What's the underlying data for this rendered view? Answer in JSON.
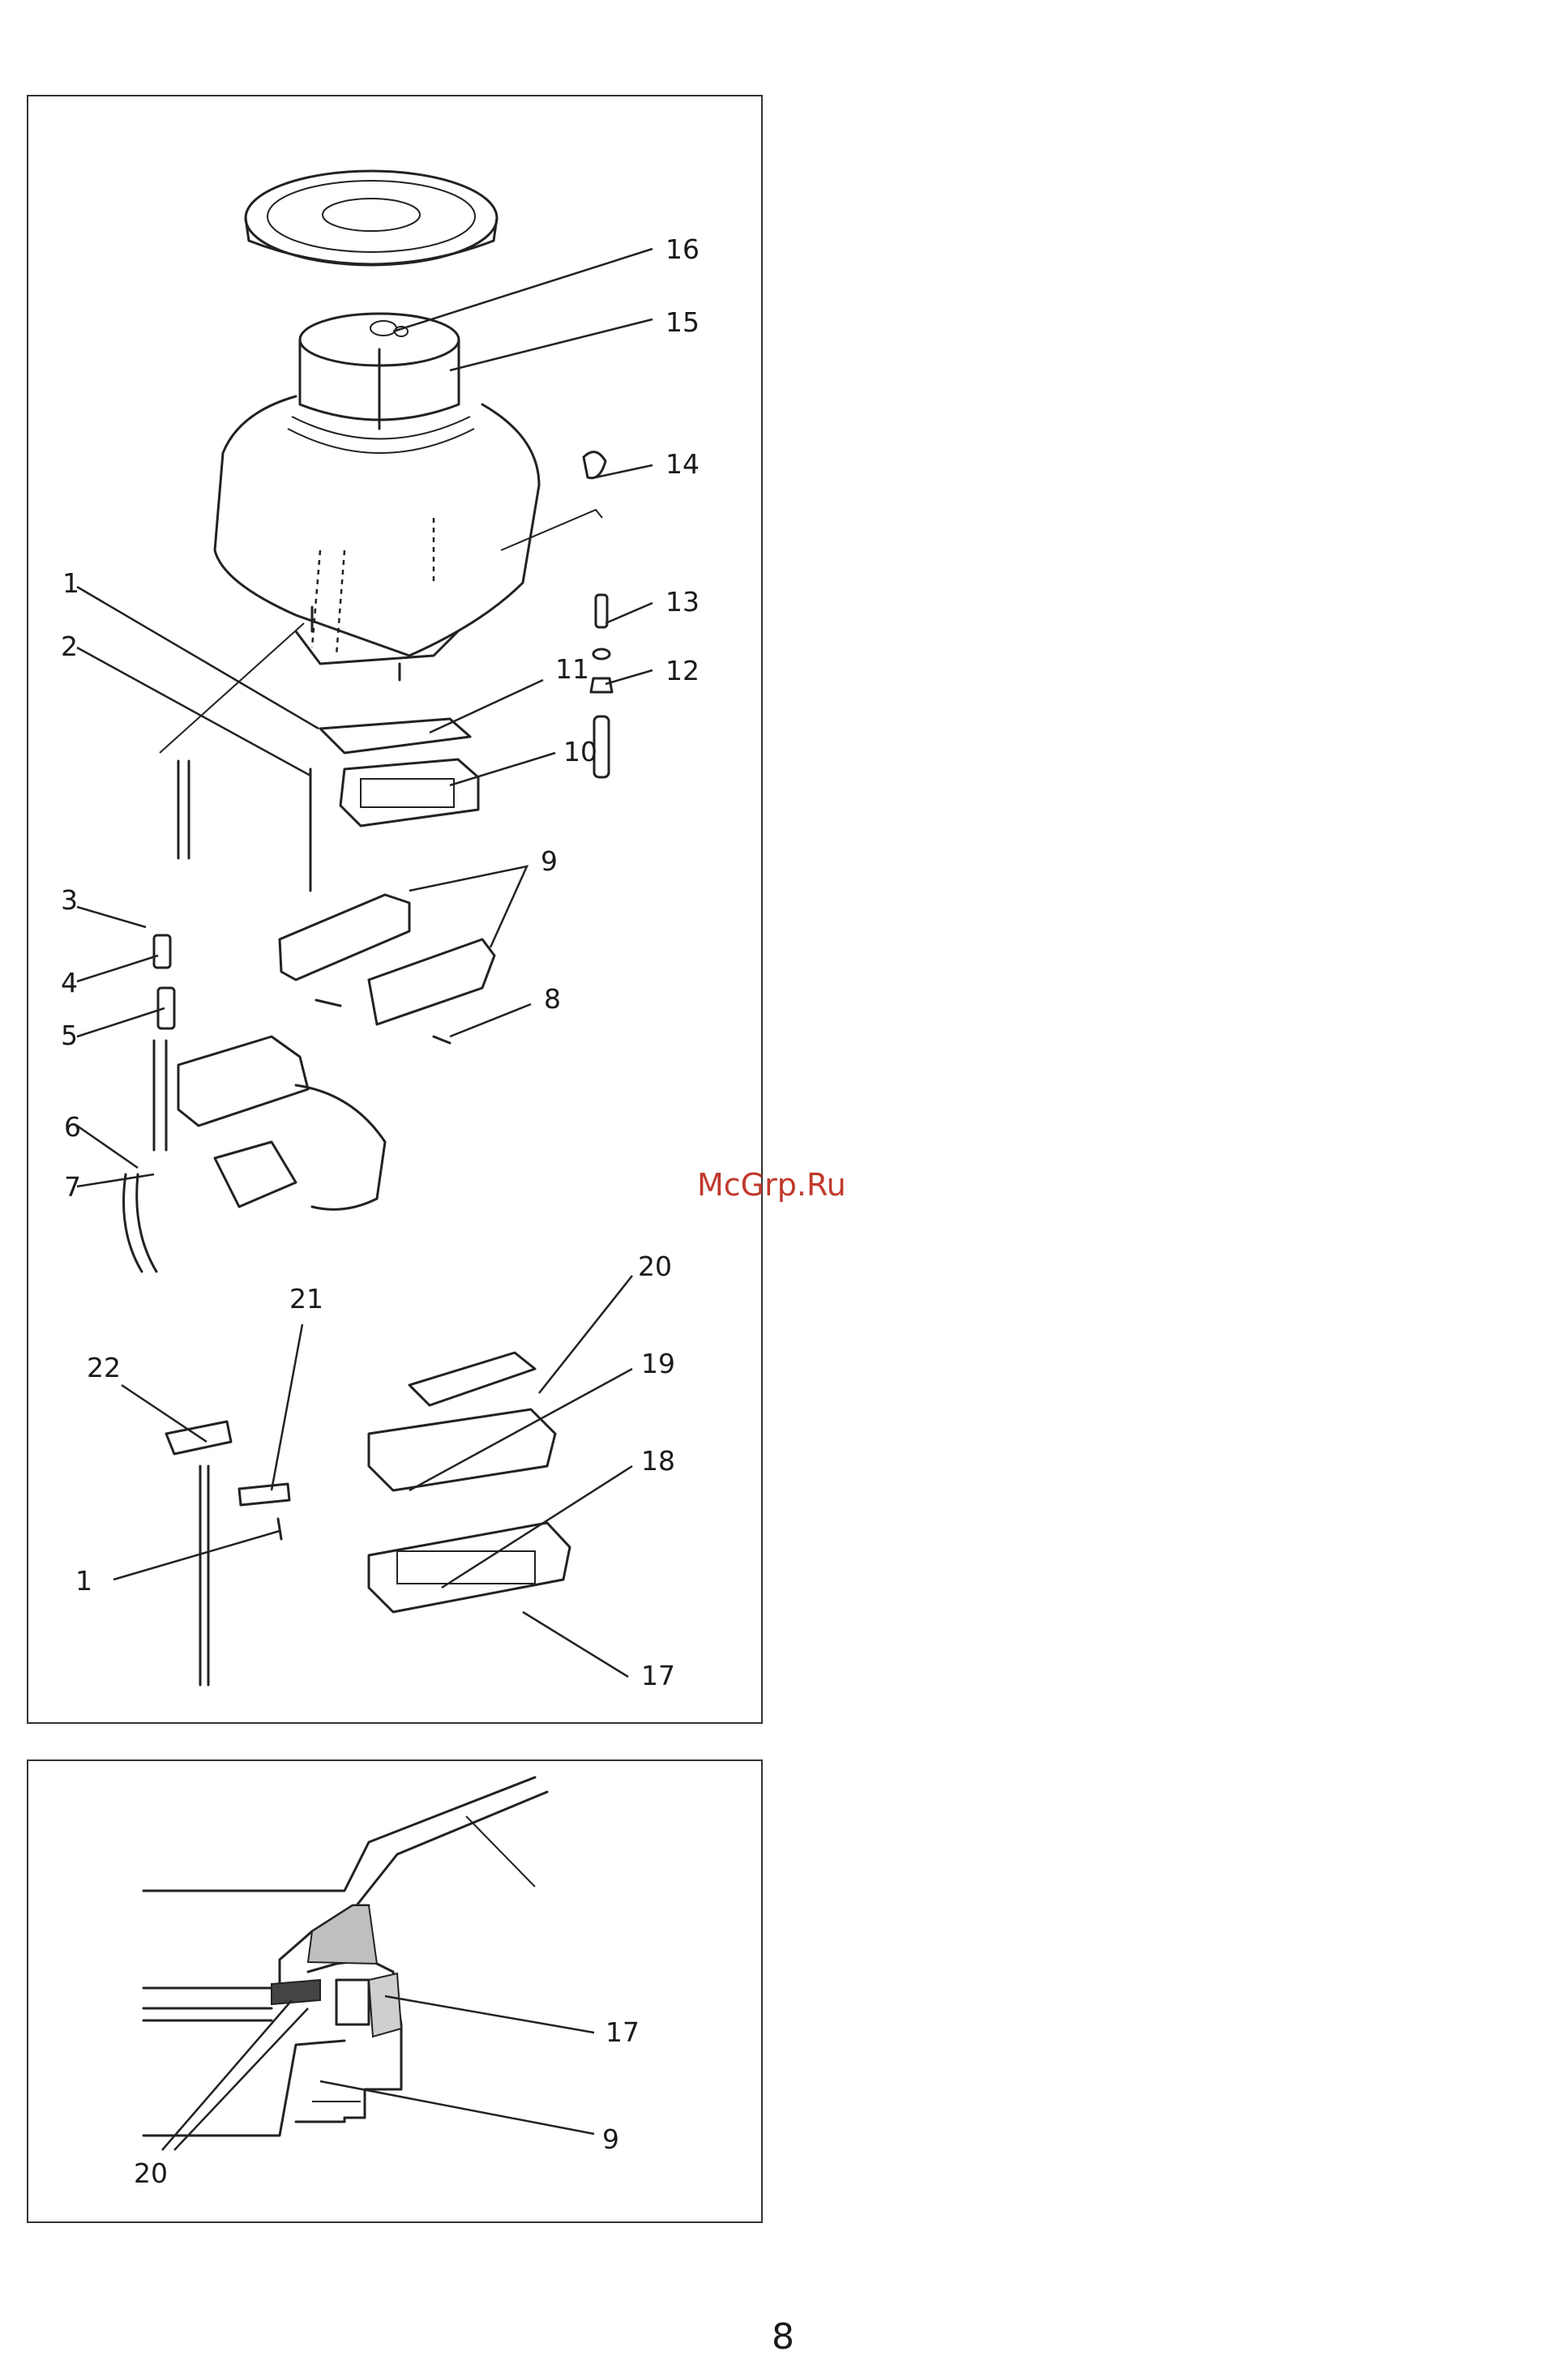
{
  "top_diagram": {
    "labels": [
      {
        "id": "16",
        "text": "16"
      },
      {
        "id": "15",
        "text": "15"
      },
      {
        "id": "14",
        "text": "14"
      },
      {
        "id": "13",
        "text": "13"
      },
      {
        "id": "12",
        "text": "12"
      },
      {
        "id": "11",
        "text": "11"
      },
      {
        "id": "10",
        "text": "10"
      },
      {
        "id": "9",
        "text": "9"
      },
      {
        "id": "8",
        "text": "8"
      },
      {
        "id": "1a",
        "text": "1"
      },
      {
        "id": "2",
        "text": "2"
      },
      {
        "id": "3",
        "text": "3"
      },
      {
        "id": "4",
        "text": "4"
      },
      {
        "id": "5",
        "text": "5"
      },
      {
        "id": "6",
        "text": "6"
      },
      {
        "id": "7",
        "text": "7"
      },
      {
        "id": "20",
        "text": "20"
      },
      {
        "id": "19",
        "text": "19"
      },
      {
        "id": "18",
        "text": "18"
      },
      {
        "id": "17",
        "text": "17"
      },
      {
        "id": "21",
        "text": "21"
      },
      {
        "id": "22",
        "text": "22"
      },
      {
        "id": "1b",
        "text": "1"
      }
    ]
  },
  "bottom_diagram": {
    "labels": [
      {
        "id": "17",
        "text": "17"
      },
      {
        "id": "9",
        "text": "9"
      },
      {
        "id": "20",
        "text": "20"
      }
    ]
  },
  "watermark": "McGrp.Ru",
  "page_number": "8",
  "colors": {
    "watermark": "#c0392b",
    "ink": "#1a1a1a"
  }
}
